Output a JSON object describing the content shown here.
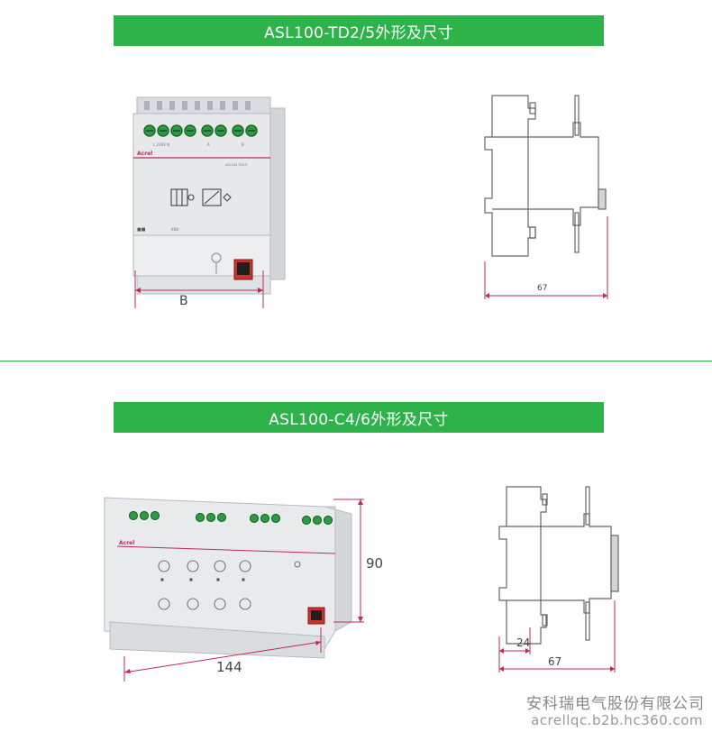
{
  "sections": [
    {
      "title": "ASL100-TD2/5外形及尺寸",
      "front_label": "B",
      "side_label": "67",
      "device_brand": "Acrel",
      "device_model": "ASL100-TD2/5"
    },
    {
      "title": "ASL100-C4/6外形及尺寸",
      "width_label": "144",
      "height_label": "90",
      "side_label_small": "24",
      "side_label": "67",
      "device_brand": "Acrel"
    }
  ],
  "footer": {
    "company": "安科瑞电气股份有限公司",
    "url": "acrellqc.b2b.hc360.com"
  },
  "colors": {
    "banner": "#2db34a",
    "dimension_line": "#c0285a"
  }
}
